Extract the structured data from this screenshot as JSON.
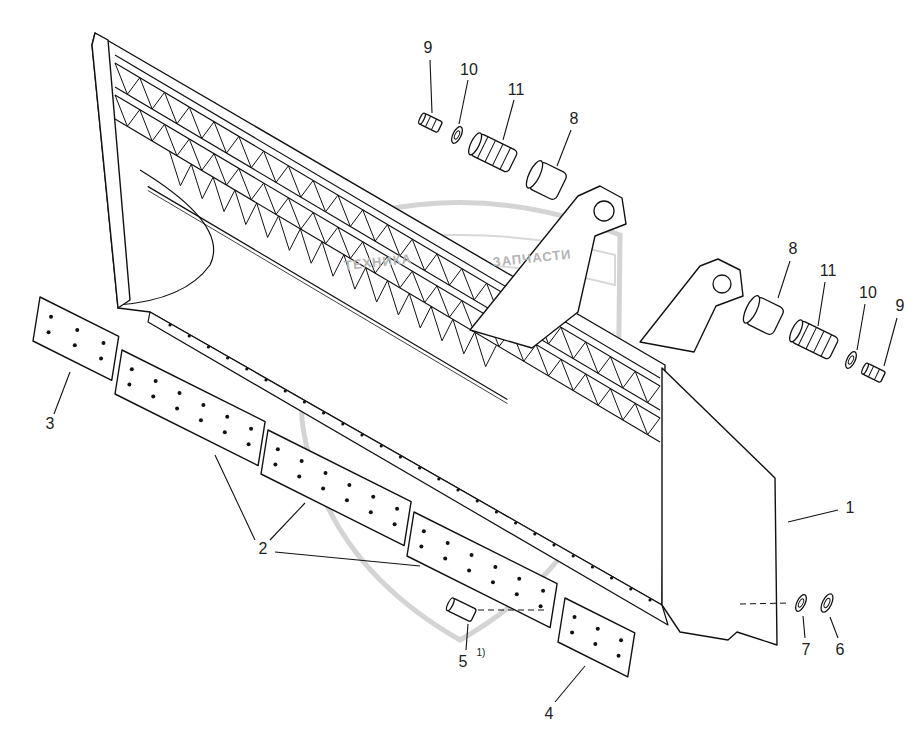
{
  "diagram": {
    "labels": [
      "9",
      "10",
      "11",
      "8",
      "8",
      "11",
      "10",
      "9",
      "1",
      "3",
      "2",
      "5",
      "1)",
      "4",
      "7",
      "6",
      "ТЕХНИКА",
      "ЗАПЧАСТИ"
    ]
  }
}
